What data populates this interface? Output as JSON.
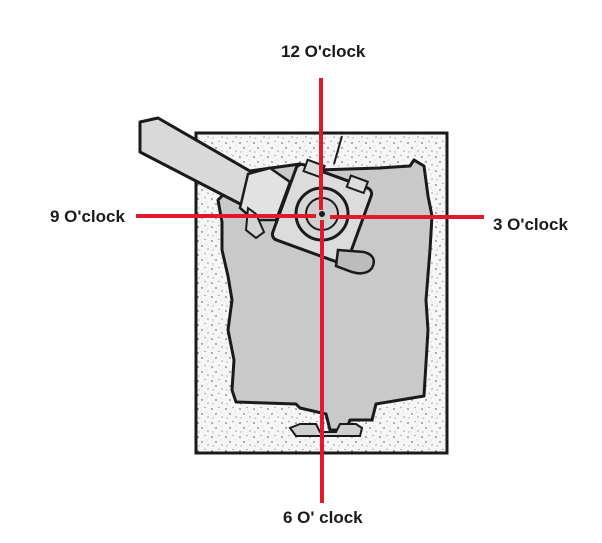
{
  "labels": {
    "twelve": "12 O'clock",
    "three": "3 O'clock",
    "nine": "9 O'clock",
    "six": "6 O' clock"
  },
  "colors": {
    "crosshair": "#e11a2b",
    "meter_body": "#c9c9c9",
    "outline": "#1a1a1a",
    "concrete": "#f6f6f6",
    "pipe": "#d9d9d9"
  }
}
